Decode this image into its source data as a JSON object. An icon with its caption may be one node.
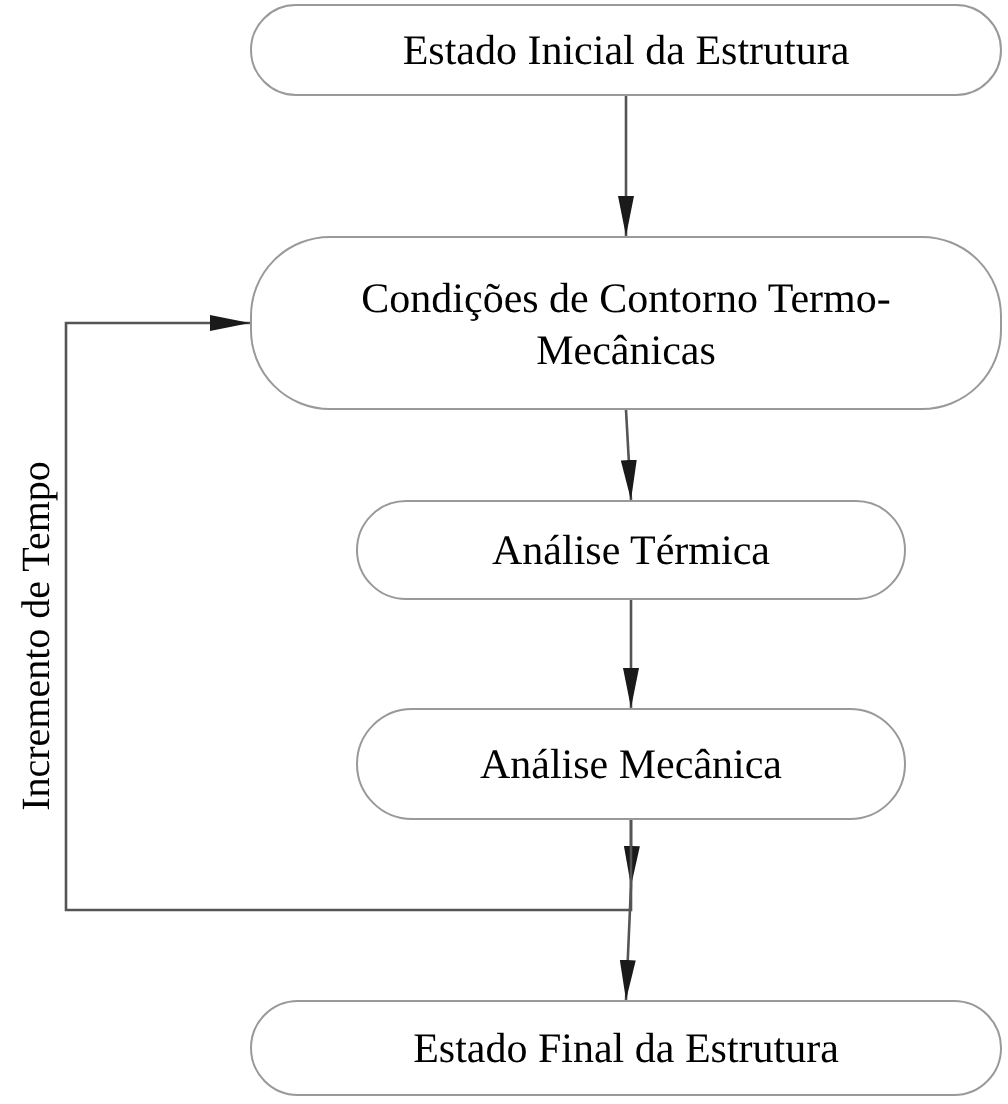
{
  "diagram": {
    "nodes": [
      {
        "text": [
          "Estado Inicial da Estrutura"
        ]
      },
      {
        "text": [
          "Condições de Contorno Termo-Mecânicas"
        ]
      },
      {
        "text": [
          "Análise Térmica"
        ]
      },
      {
        "text": [
          "Análise Mecânica"
        ]
      },
      {
        "text": [
          "Estado Final da Estrutura"
        ]
      }
    ],
    "edges": [
      {
        "from": 0,
        "to": 1,
        "arrow": "to"
      },
      {
        "from": 1,
        "to": 2,
        "arrow": "to"
      },
      {
        "from": 2,
        "to": 3,
        "arrow": "to"
      },
      {
        "from": 3,
        "to": 4,
        "arrow": "to"
      },
      {
        "from": 3,
        "to": 1,
        "arrow": "to",
        "label": "Incremento de Tempo"
      }
    ]
  }
}
